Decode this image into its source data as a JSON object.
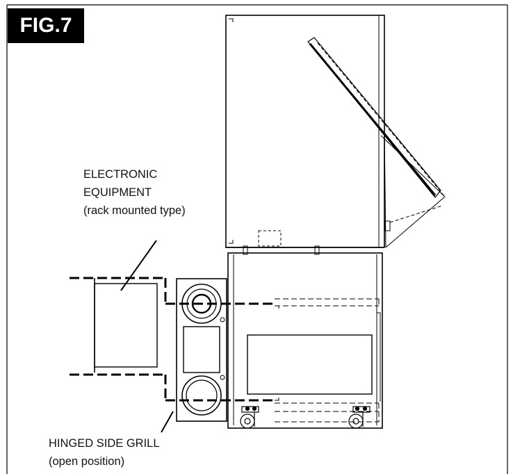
{
  "figure": {
    "label": "FIG.7"
  },
  "callouts": {
    "equipment": {
      "line1": "ELECTRONIC",
      "line2": "EQUIPMENT",
      "line3": "(rack mounted type)"
    },
    "grill": {
      "line1": "HINGED SIDE GRILL",
      "line2": "(open position)"
    }
  },
  "colors": {
    "ink": "#000000",
    "background": "#ffffff",
    "badge_text": "#ffffff"
  }
}
